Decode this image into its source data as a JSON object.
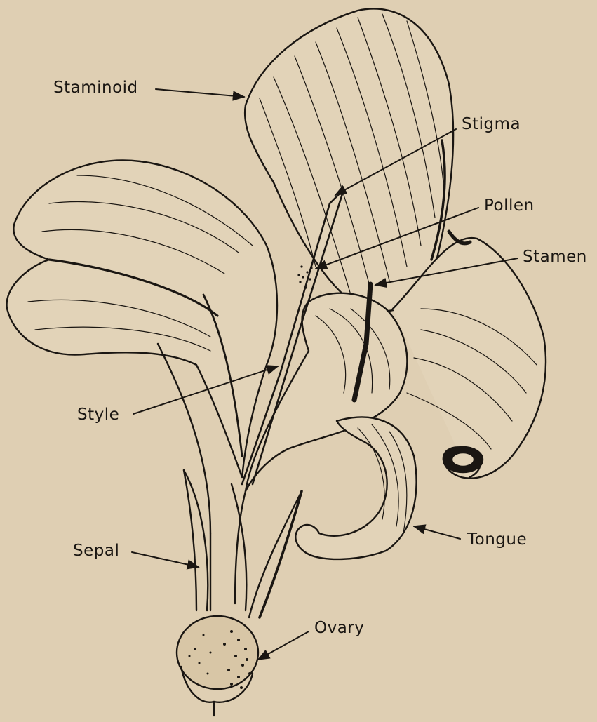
{
  "figure": {
    "background": "#dfcfb3",
    "ink": "#1a1612",
    "parts": [
      "staminoid",
      "side-petal",
      "style",
      "stamen",
      "tongue",
      "sepal",
      "ovary"
    ]
  },
  "labels": {
    "staminoid": "Staminoid",
    "stigma": "Stigma",
    "pollen": "Pollen",
    "stamen": "Stamen",
    "style": "Style",
    "tongue": "Tongue",
    "sepal": "Sepal",
    "ovary": "Ovary"
  }
}
